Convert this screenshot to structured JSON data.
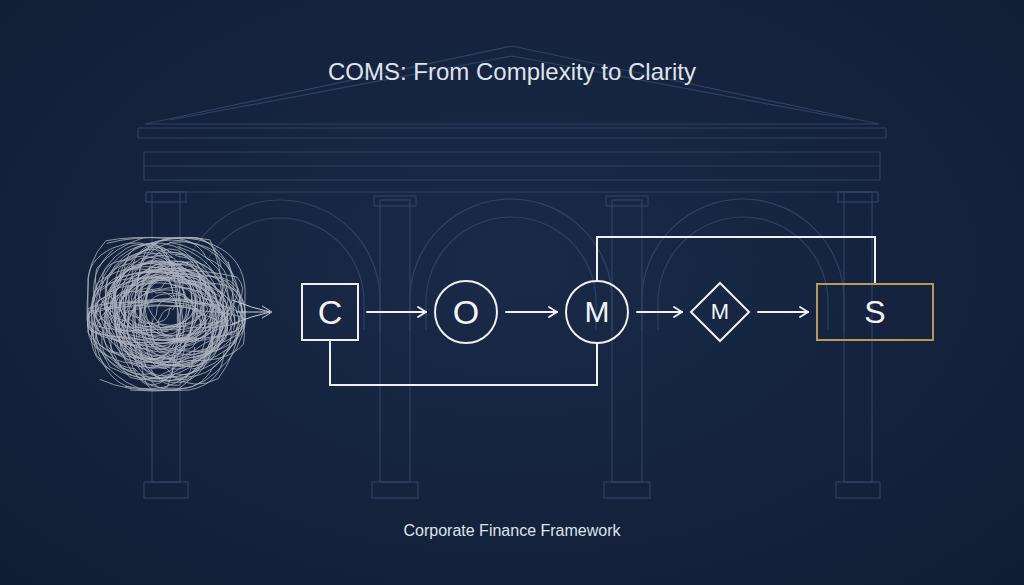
{
  "diagram": {
    "title": "COMS: From Complexity to Clarity",
    "caption": "Corporate Finance Framework",
    "nodes": [
      {
        "text": [
          "C"
        ]
      },
      {
        "text": [
          "O"
        ]
      },
      {
        "text": [
          "M"
        ]
      },
      {
        "text": [
          "M"
        ]
      },
      {
        "text": [
          "S"
        ]
      }
    ],
    "edges": [
      {
        "from": 0,
        "to": 1,
        "arrow": "to"
      },
      {
        "from": 1,
        "to": 2,
        "arrow": "to"
      },
      {
        "from": 2,
        "to": 3,
        "arrow": "to"
      },
      {
        "from": 3,
        "to": 4,
        "arrow": "to"
      },
      {
        "from": 0,
        "to": 2,
        "arrow": "none"
      },
      {
        "from": 2,
        "to": 4,
        "arrow": "none"
      }
    ]
  }
}
